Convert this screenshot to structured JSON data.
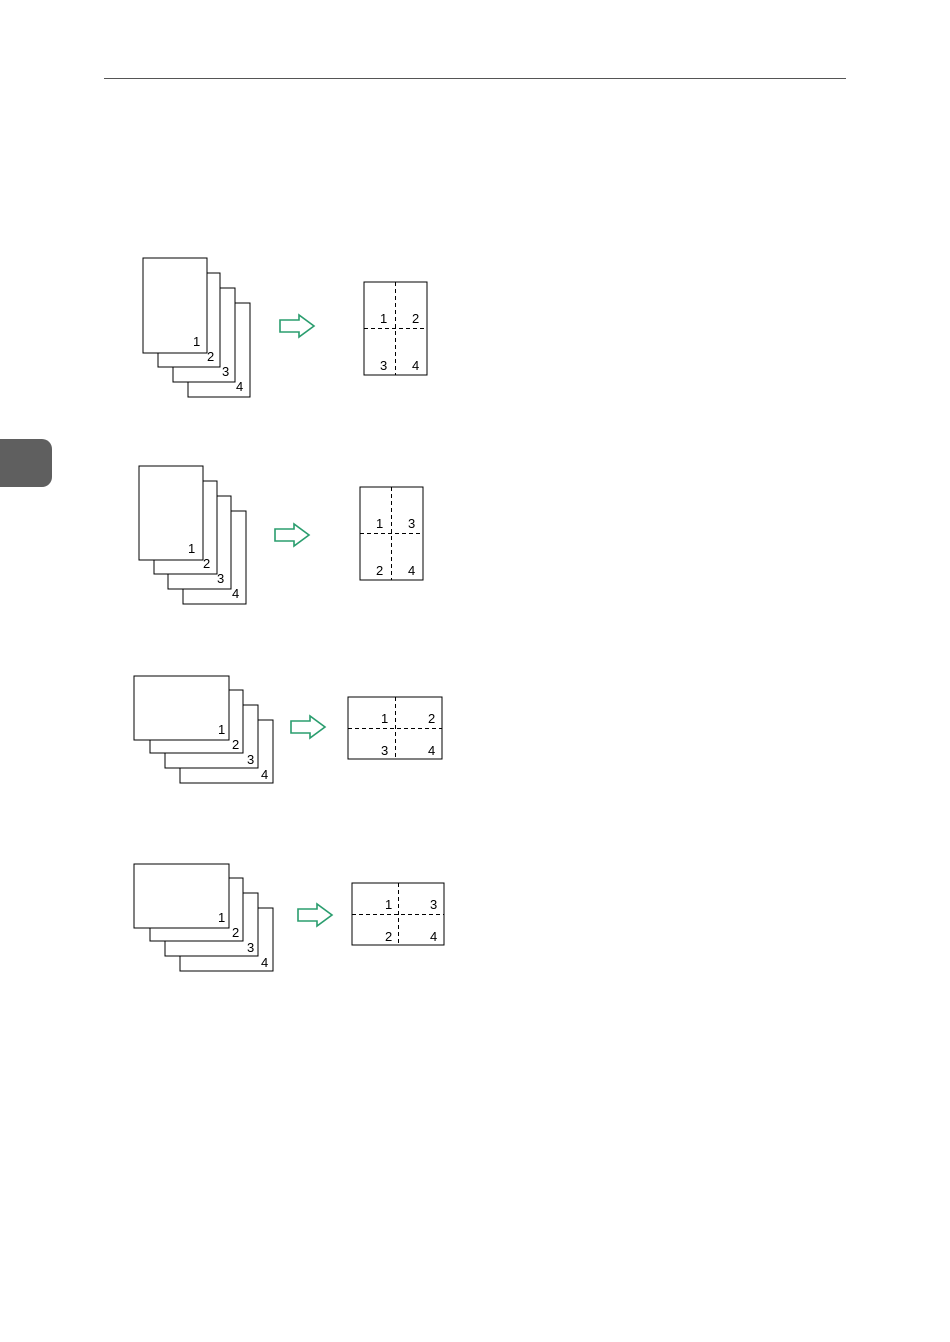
{
  "colors": {
    "arrow": "#2a9d6e",
    "tab": "#5f5f5f",
    "rule": "#555555"
  },
  "examples": [
    {
      "name": "portrait-rows",
      "stack": [
        "1",
        "2",
        "3",
        "4"
      ],
      "result": [
        "1",
        "2",
        "3",
        "4"
      ]
    },
    {
      "name": "portrait-columns",
      "stack": [
        "1",
        "2",
        "3",
        "4"
      ],
      "result": [
        "1",
        "3",
        "2",
        "4"
      ]
    },
    {
      "name": "landscape-rows",
      "stack": [
        "1",
        "2",
        "3",
        "4"
      ],
      "result": [
        "1",
        "2",
        "3",
        "4"
      ]
    },
    {
      "name": "landscape-columns",
      "stack": [
        "1",
        "2",
        "3",
        "4"
      ],
      "result": [
        "1",
        "3",
        "2",
        "4"
      ]
    }
  ]
}
